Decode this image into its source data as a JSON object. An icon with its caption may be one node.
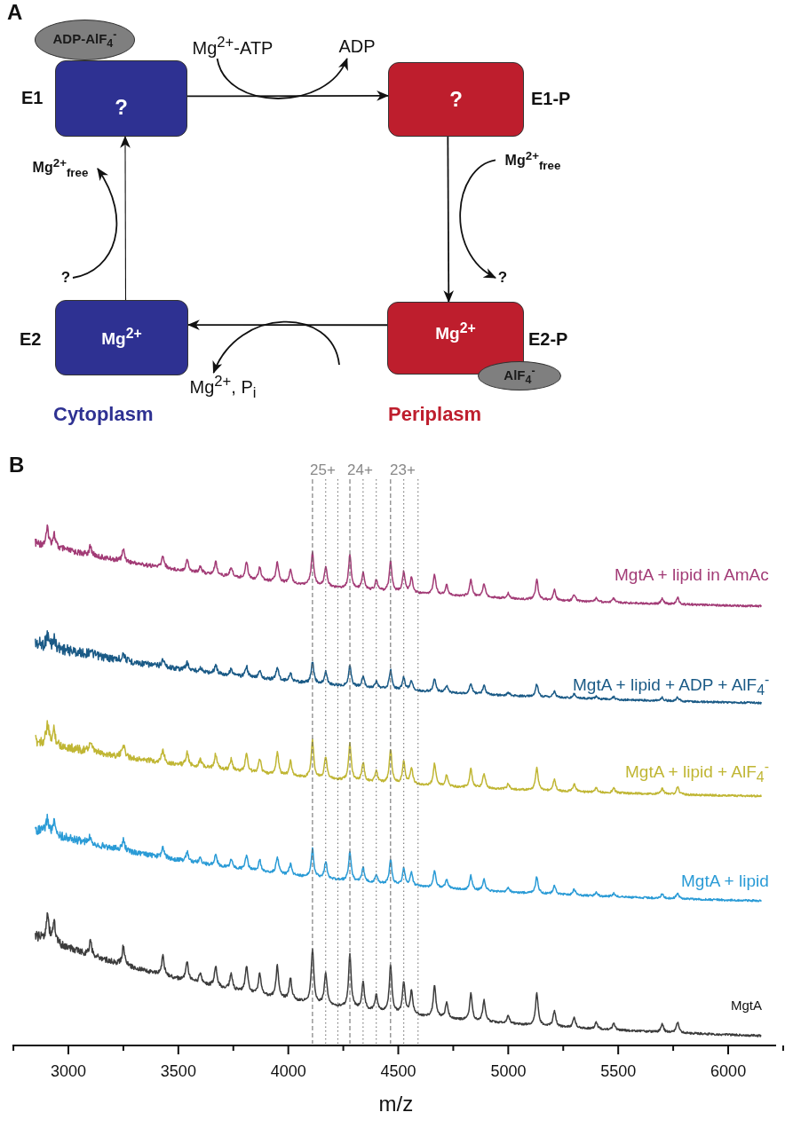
{
  "diagram": {
    "nodes": [
      {
        "text": [
          "ADP-AlF$_{4}$$^{-}$"
        ]
      },
      {
        "text": [
          "?"
        ],
        "beside": [
          "E1"
        ]
      },
      {
        "text": [
          "Mg$^{2+}$-ATP"
        ]
      },
      {
        "text": [
          "ADP"
        ]
      },
      {
        "text": [
          "?"
        ],
        "beside": [
          "E1-P"
        ]
      },
      {
        "text": [
          "Mg$^{2+}$$_{free}$"
        ]
      },
      {
        "text": [
          "Mg$^{2+}$$_{free}$"
        ]
      },
      {
        "text": [
          "?"
        ]
      },
      {
        "text": [
          "?"
        ]
      },
      {
        "text": [
          "Mg$^{2+}$"
        ],
        "beside": [
          "E2"
        ]
      },
      {
        "text": [
          "Mg$^{2+}$"
        ],
        "beside": [
          "E2-P"
        ]
      },
      {
        "text": [
          "Mg$^{2+}$, P$_{i}$"
        ]
      },
      {
        "text": [
          "AlF$_{4}$$^{-}$"
        ]
      }
    ],
    "edges": [
      {
        "from": 1,
        "to": 4,
        "arrow": "to"
      },
      {
        "from": 2,
        "to": 3,
        "arrow": "to"
      },
      {
        "from": 4,
        "to": 10,
        "arrow": "to"
      },
      {
        "from": 6,
        "to": 8,
        "arrow": "to"
      },
      {
        "from": 10,
        "to": 9,
        "arrow": "to"
      },
      {
        "from": null,
        "to": 11,
        "arrow": "to"
      },
      {
        "from": 7,
        "to": 5,
        "arrow": "to"
      },
      {
        "from": 9,
        "to": 1,
        "arrow": "to"
      }
    ],
    "labels": [
      "A",
      "Cytoplasm",
      "Periplasm",
      "B",
      "25+",
      "24+",
      "23+",
      "MgtA + lipid in AmAc",
      "MgtA + lipid + ADP + AlF$_{4}$$^{-}$",
      "MgtA + lipid + AlF$_{4}$$^{-}$",
      "MgtA + lipid",
      "MgtA",
      "3000",
      "3500",
      "4000",
      "4500",
      "5000",
      "5500",
      "6000",
      "m/z"
    ]
  }
}
